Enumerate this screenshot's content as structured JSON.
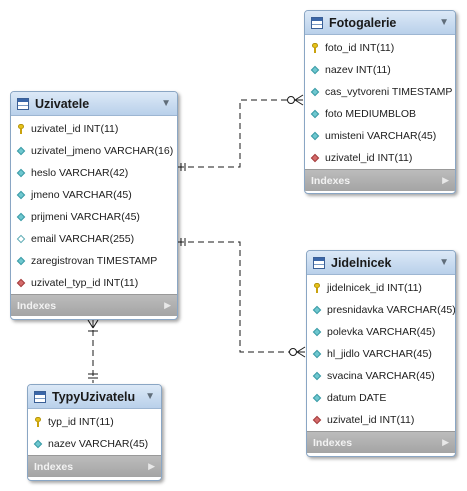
{
  "tables": {
    "uzivatele": {
      "name": "Uzivatele",
      "footer": "Indexes",
      "columns": [
        {
          "text": "uzivatel_id INT(11)",
          "icon": "primary-key-icon"
        },
        {
          "text": "uzivatel_jmeno VARCHAR(16)",
          "icon": "column-icon"
        },
        {
          "text": "heslo VARCHAR(42)",
          "icon": "column-icon"
        },
        {
          "text": "jmeno VARCHAR(45)",
          "icon": "column-icon"
        },
        {
          "text": "prijmeni VARCHAR(45)",
          "icon": "column-icon"
        },
        {
          "text": "email VARCHAR(255)",
          "icon": "nullable-column-icon"
        },
        {
          "text": "zaregistrovan TIMESTAMP",
          "icon": "column-icon"
        },
        {
          "text": "uzivatel_typ_id INT(11)",
          "icon": "foreign-key-icon"
        }
      ]
    },
    "fotogalerie": {
      "name": "Fotogalerie",
      "footer": "Indexes",
      "columns": [
        {
          "text": "foto_id INT(11)",
          "icon": "primary-key-icon"
        },
        {
          "text": "nazev INT(11)",
          "icon": "column-icon"
        },
        {
          "text": "cas_vytvoreni TIMESTAMP",
          "icon": "column-icon"
        },
        {
          "text": "foto MEDIUMBLOB",
          "icon": "column-icon"
        },
        {
          "text": "umisteni VARCHAR(45)",
          "icon": "column-icon"
        },
        {
          "text": "uzivatel_id INT(11)",
          "icon": "foreign-key-icon"
        }
      ]
    },
    "jidelnicek": {
      "name": "Jidelnicek",
      "footer": "Indexes",
      "columns": [
        {
          "text": "jidelnicek_id INT(11)",
          "icon": "primary-key-icon"
        },
        {
          "text": "presnidavka VARCHAR(45)",
          "icon": "column-icon"
        },
        {
          "text": "polevka VARCHAR(45)",
          "icon": "column-icon"
        },
        {
          "text": "hl_jidlo VARCHAR(45)",
          "icon": "column-icon"
        },
        {
          "text": "svacina VARCHAR(45)",
          "icon": "column-icon"
        },
        {
          "text": "datum DATE",
          "icon": "column-icon"
        },
        {
          "text": "uzivatel_id INT(11)",
          "icon": "foreign-key-icon"
        }
      ]
    },
    "typyuzivatelu": {
      "name": "TypyUzivatelu",
      "footer": "Indexes",
      "columns": [
        {
          "text": "typ_id INT(11)",
          "icon": "primary-key-icon"
        },
        {
          "text": "nazev VARCHAR(45)",
          "icon": "column-icon"
        }
      ]
    }
  },
  "relationships": [
    {
      "from": "Uzivatele",
      "to": "Fotogalerie",
      "type": "one-to-many"
    },
    {
      "from": "Uzivatele",
      "to": "Jidelnicek",
      "type": "one-to-many"
    },
    {
      "from": "TypyUzivatelu",
      "to": "Uzivatele",
      "type": "one-to-many"
    }
  ],
  "colors": {
    "header": "#c6d9ee",
    "footer": "#ababab",
    "primary_key": "#e6c21a",
    "column": "#6ec7cf",
    "foreign_key": "#d46a6a"
  }
}
